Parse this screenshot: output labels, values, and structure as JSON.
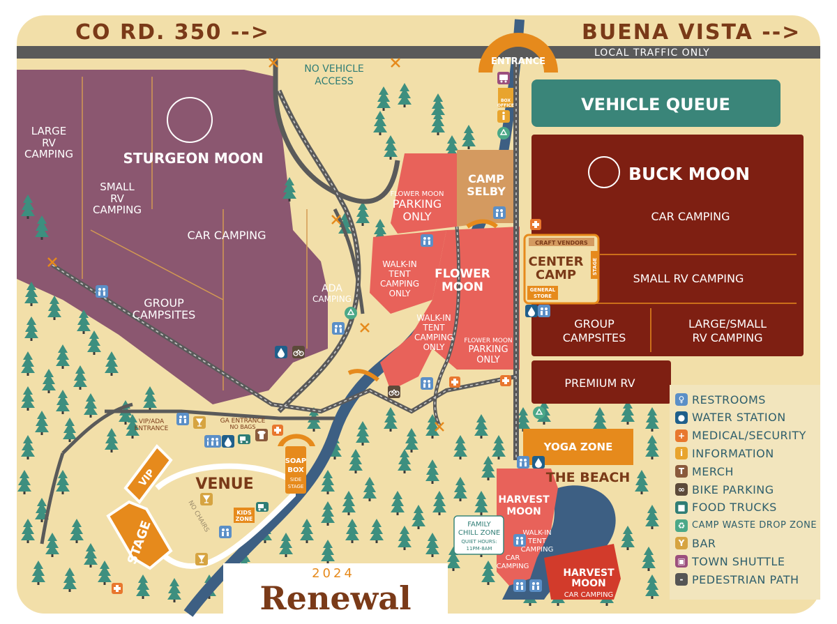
{
  "roads": {
    "top_left": "CO RD. 350 -->",
    "top_right": "BUENA VISTA -->",
    "local_traffic": "LOCAL TRAFFIC ONLY",
    "entrance": "ENTRANCE"
  },
  "areas": {
    "no_vehicle_access_1": "NO VEHICLE",
    "no_vehicle_access_2": "ACCESS",
    "sturgeon_moon": "STURGEON MOON",
    "large_rv_1": "LARGE",
    "large_rv_2": "RV",
    "large_rv_3": "CAMPING",
    "small_rv_1": "SMALL",
    "small_rv_2": "RV",
    "small_rv_3": "CAMPING",
    "car_camping": "CAR CAMPING",
    "group_campsites_1": "GROUP",
    "group_campsites_2": "CAMPSITES",
    "ada_camping_1": "ADA",
    "ada_camping_2": "CAMPING",
    "flower_moon_parking_1": "FLOWER MOON",
    "flower_moon_parking_2": "PARKING",
    "flower_moon_parking_3": "ONLY",
    "camp_selby_1": "CAMP",
    "camp_selby_2": "SELBY",
    "walk_in_1": "WALK-IN",
    "walk_in_2": "TENT",
    "walk_in_3": "CAMPING",
    "walk_in_4": "ONLY",
    "flower_moon_1": "FLOWER",
    "flower_moon_2": "MOON",
    "vehicle_queue": "VEHICLE QUEUE",
    "buck_moon": "BUCK MOON",
    "buck_car_camping": "CAR CAMPING",
    "buck_small_rv": "SMALL RV CAMPING",
    "buck_group_1": "GROUP",
    "buck_group_2": "CAMPSITES",
    "buck_large_small_1": "LARGE/SMALL",
    "buck_large_small_2": "RV CAMPING",
    "craft_vendors": "CRAFT VENDORS",
    "center_camp_1": "CENTER",
    "center_camp_2": "CAMP",
    "center_stage": "STAGE",
    "general_store_1": "GENERAL",
    "general_store_2": "STORE",
    "premium_rv": "PREMIUM RV",
    "yoga_zone": "YOGA ZONE",
    "the_beach": "THE BEACH",
    "harvest_moon_1": "HARVEST",
    "harvest_moon_2": "MOON",
    "hm_walk_in_1": "WALK-IN",
    "hm_walk_in_2": "TENT",
    "hm_walk_in_3": "CAMPING",
    "hm_car_1": "CAR",
    "hm_car_2": "CAMPING",
    "hm_car_camping": "CAR CAMPING",
    "family_1": "FAMILY",
    "family_2": "CHILL ZONE",
    "quiet_1": "QUIET HOURS:",
    "quiet_2": "11PM-8AM",
    "venue": "VENUE",
    "vip": "VIP",
    "stage": "STAGE",
    "soap_1": "SOAP",
    "soap_2": "BOX",
    "side_1": "SIDE",
    "side_2": "STAGE",
    "no_chairs": "NO CHAIRS",
    "kids_1": "KIDS",
    "kids_2": "ZONE",
    "vip_ada_1": "VIP/ADA",
    "vip_ada_2": "ENTRANCE",
    "ga_1": "GA ENTRANCE",
    "ga_2": "NO BAGS",
    "box_office_1": "BOX",
    "box_office_2": "OFFICE"
  },
  "title": {
    "year": "2024",
    "name": "Renewal"
  },
  "legend": [
    {
      "label": "RESTROOMS",
      "icon": "restroom-icon",
      "color": "#5b8fc7"
    },
    {
      "label": "WATER STATION",
      "icon": "water-drop-icon",
      "color": "#1f5f8b"
    },
    {
      "label": "MEDICAL/SECURITY",
      "icon": "medical-cross-icon",
      "color": "#e8772e"
    },
    {
      "label": "INFORMATION",
      "icon": "info-icon",
      "color": "#e8a42e"
    },
    {
      "label": "MERCH",
      "icon": "shirt-icon",
      "color": "#8a5a3c"
    },
    {
      "label": "BIKE PARKING",
      "icon": "bike-icon",
      "color": "#5c4a3a"
    },
    {
      "label": "FOOD TRUCKS",
      "icon": "food-truck-icon",
      "color": "#2f7d75"
    },
    {
      "label": "CAMP WASTE DROP ZONE",
      "icon": "recycle-icon",
      "color": "#4ba888"
    },
    {
      "label": "BAR",
      "icon": "bar-icon",
      "color": "#d6a441"
    },
    {
      "label": "TOWN SHUTTLE",
      "icon": "shuttle-icon",
      "color": "#9b4f7d"
    },
    {
      "label": "PEDESTRIAN PATH",
      "icon": "path-icon",
      "color": "#555555"
    }
  ],
  "colors": {
    "background": "#f2dfa9",
    "purple": "#8b5770",
    "salmon": "#e8625a",
    "maroon": "#7e1f12",
    "teal": "#3a8579",
    "orange": "#e68a1c",
    "river": "#3d5f83",
    "road": "#5a5a5a"
  }
}
